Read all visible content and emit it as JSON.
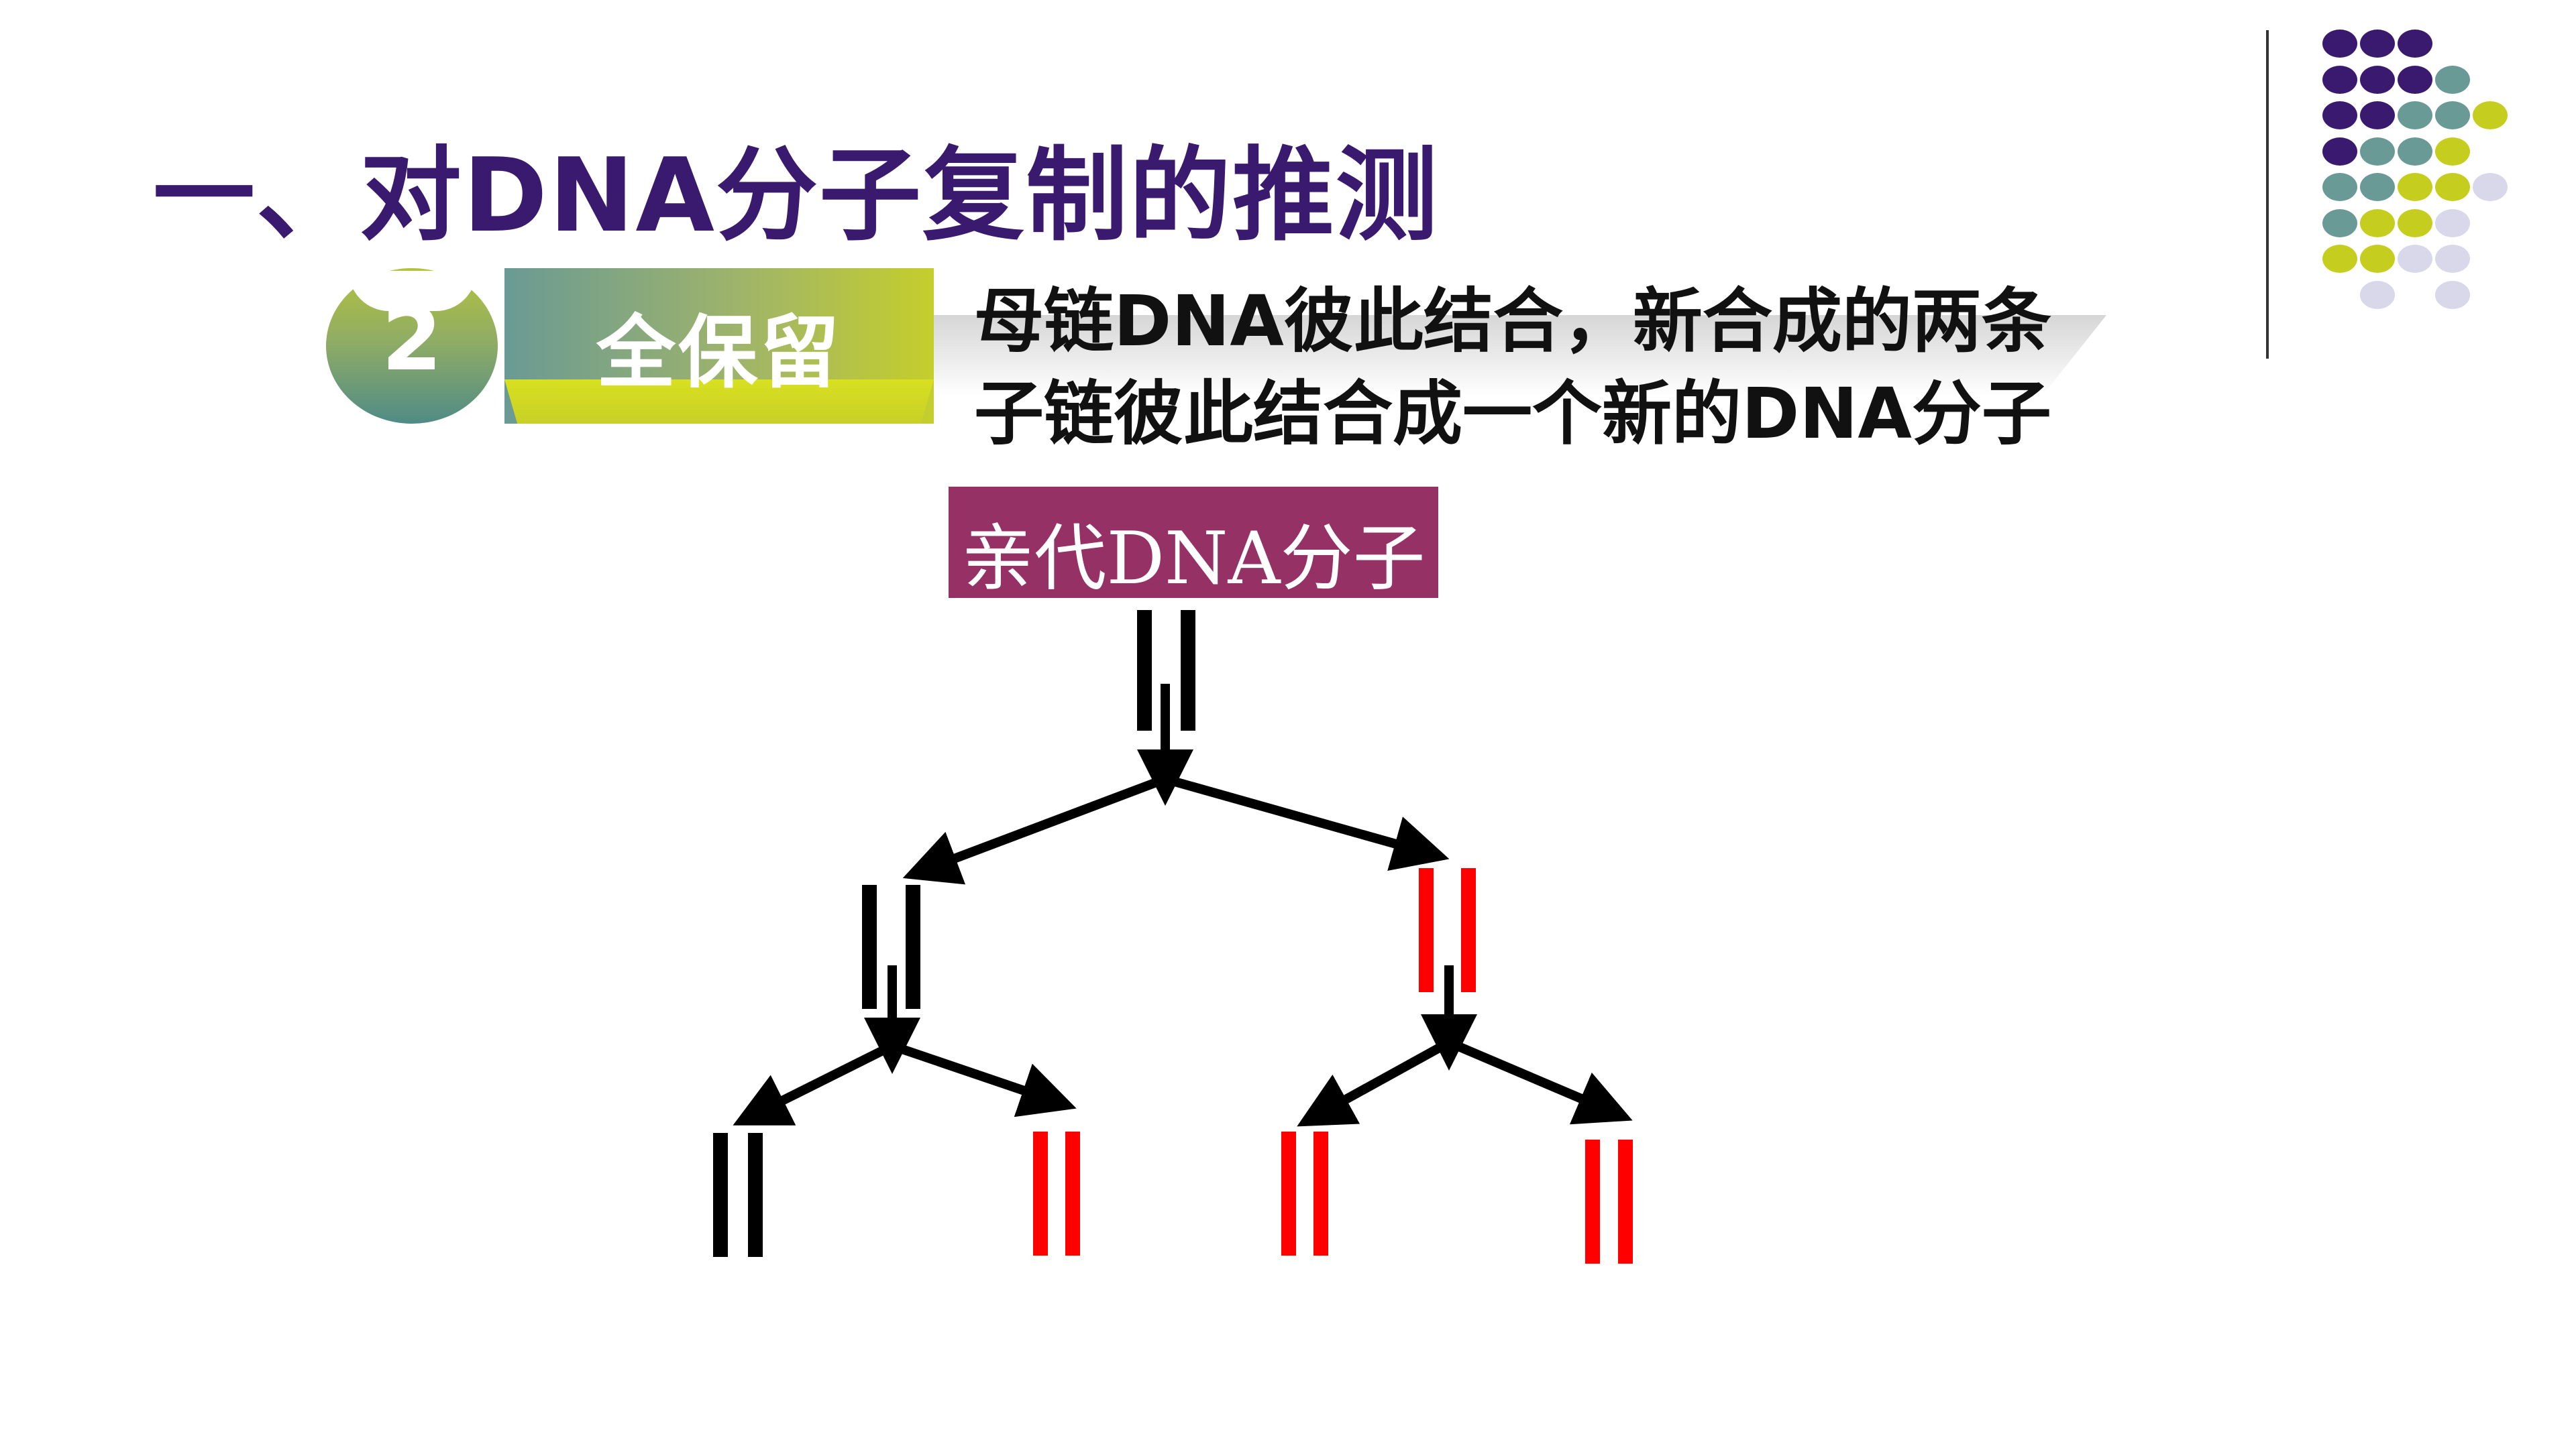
{
  "slide": {
    "title": "一、对DNA分子复制的推测",
    "step_number": "2",
    "hypothesis_label": "全保留",
    "description_line1": "母链DNA彼此结合，新合成的两条",
    "description_line2": "子链彼此结合成一个新的DNA分子",
    "parent_label": "亲代DNA分子"
  },
  "colors": {
    "title": "#3a1a6e",
    "parent_strand": "#000000",
    "new_strand": "#ff0000",
    "parent_label_bg": "#963166",
    "dot_purple": "#3a1a6e",
    "dot_teal": "#6a9a95",
    "dot_olive": "#c5ce1e",
    "dot_lavender": "#d8d8ea"
  },
  "decor_icons": [
    "dot-grid-icon"
  ]
}
